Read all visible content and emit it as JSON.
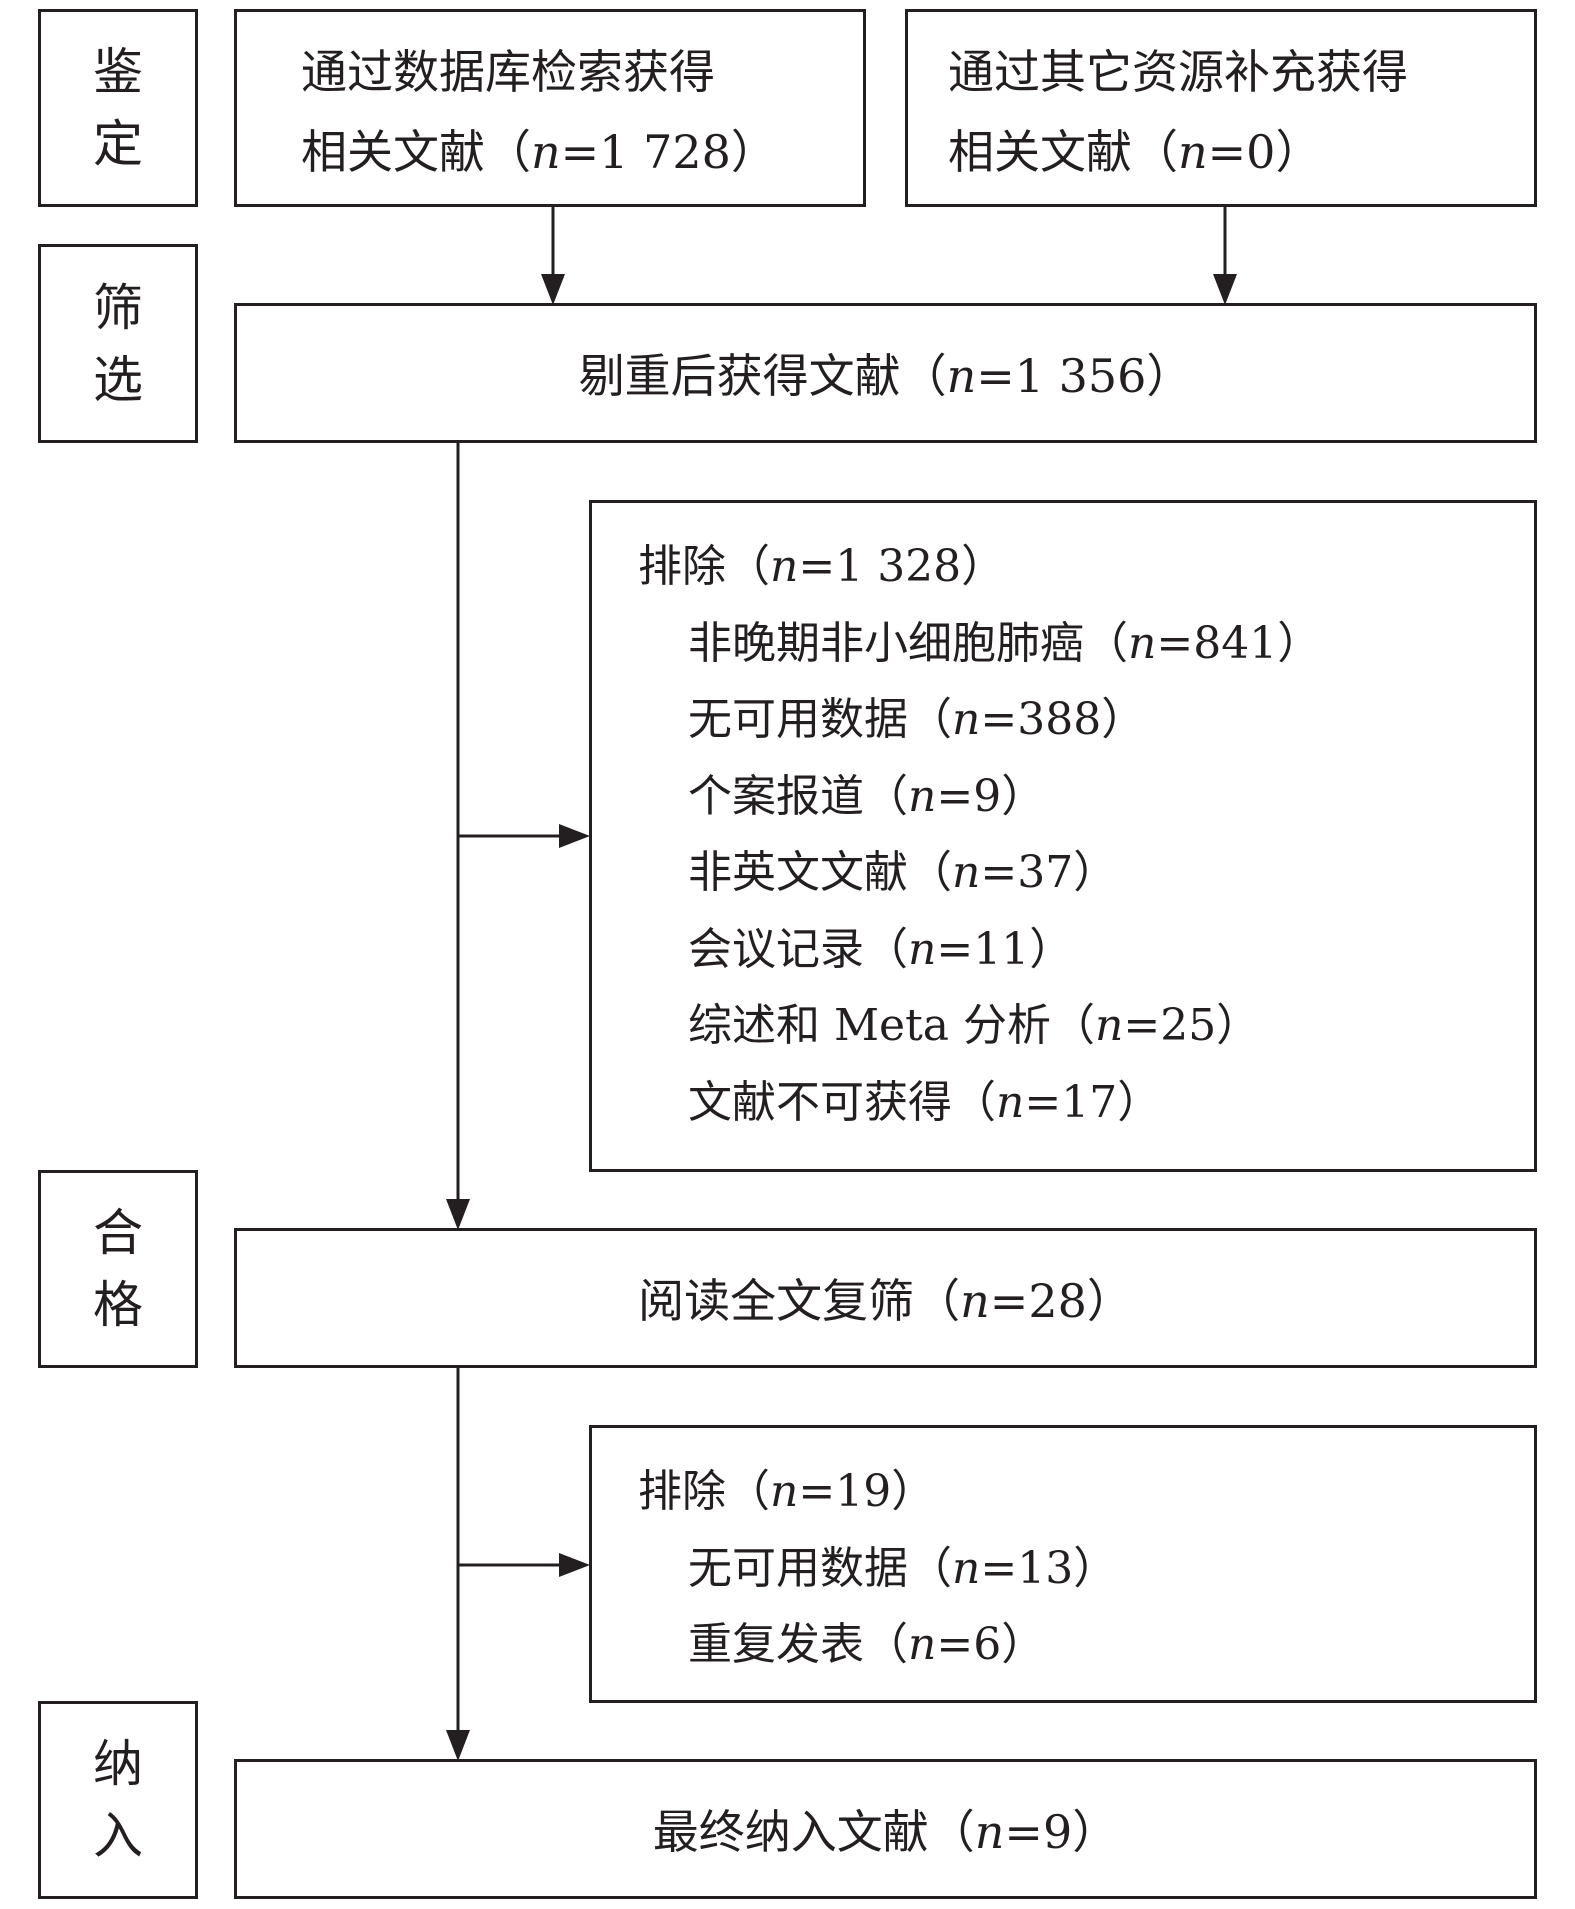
{
  "stages": {
    "identification": [
      "鉴",
      "定"
    ],
    "screening": [
      "筛",
      "选"
    ],
    "eligibility": [
      "合",
      "格"
    ],
    "included": [
      "纳",
      "入"
    ]
  },
  "boxes": {
    "database_search": {
      "line1": "通过数据库检索获得",
      "line2_prefix": "相关文献（",
      "n_symbol": "n",
      "line2_suffix": "=1 728）"
    },
    "other_sources": {
      "line1": "通过其它资源补充获得",
      "line2_prefix": "相关文献（",
      "n_symbol": "n",
      "line2_suffix": "=0）"
    },
    "after_dedup": {
      "prefix": "剔重后获得文献（",
      "n_symbol": "n",
      "suffix": "=1 356）"
    },
    "exclusion_1": {
      "title_prefix": "排除（",
      "title_n": "n",
      "title_suffix": "=1 328）",
      "items": [
        {
          "prefix": "非晚期非小细胞肺癌（",
          "n": "n",
          "suffix": "=841）"
        },
        {
          "prefix": "无可用数据（",
          "n": "n",
          "suffix": "=388）"
        },
        {
          "prefix": "个案报道（",
          "n": "n",
          "suffix": "=9）"
        },
        {
          "prefix": "非英文文献（",
          "n": "n",
          "suffix": "=37）"
        },
        {
          "prefix": "会议记录（",
          "n": "n",
          "suffix": "=11）"
        },
        {
          "prefix": "综述和 Meta 分析（",
          "n": "n",
          "suffix": "=25）"
        },
        {
          "prefix": "文献不可获得（",
          "n": "n",
          "suffix": "=17）"
        }
      ]
    },
    "full_text": {
      "prefix": "阅读全文复筛（",
      "n_symbol": "n",
      "suffix": "=28）"
    },
    "exclusion_2": {
      "title_prefix": "排除（",
      "title_n": "n",
      "title_suffix": "=19）",
      "items": [
        {
          "prefix": "无可用数据（",
          "n": "n",
          "suffix": "=13）"
        },
        {
          "prefix": "重复发表（",
          "n": "n",
          "suffix": "=6）"
        }
      ]
    },
    "final_included": {
      "prefix": "最终纳入文献（",
      "n_symbol": "n",
      "suffix": "=9）"
    }
  }
}
